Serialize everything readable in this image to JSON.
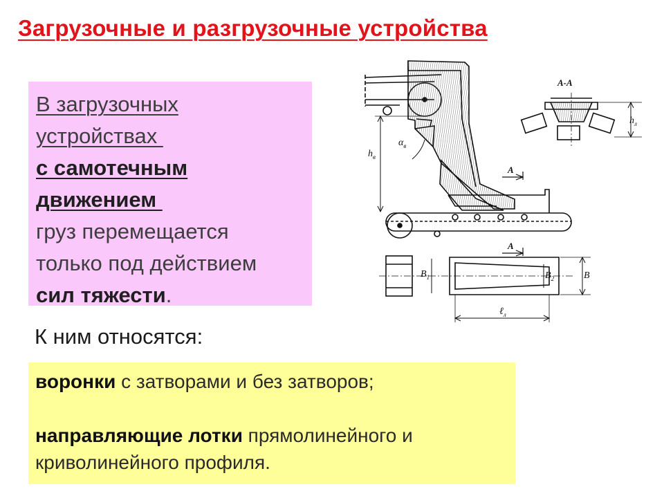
{
  "slide": {
    "title": "Загрузочные и разгрузочные устройства"
  },
  "intro": {
    "l1": "В загрузочных",
    "l2": "устройствах ",
    "l3": "с самотечным",
    "l4": "движением ",
    "l5": "груз перемещается",
    "l6": "только под действием",
    "l7_bold": "сил тяжести",
    "l7_tail": "."
  },
  "subheading": "К ним относятся:",
  "items": {
    "i1_bold": "воронки",
    "i1_rest": " с затворами и без затворов;",
    "i2_bold": "направляющие лотки",
    "i2_rest": " прямолинейного и",
    "i2_line2": "криволинейного профиля."
  },
  "drawing": {
    "section_label": "А-А",
    "arrow_label_top": "А",
    "arrow_label_bottom": "А",
    "dim_h": "h",
    "dim_h_sub": "в",
    "dim_alpha": "α",
    "dim_alpha_sub": "в",
    "dim_hl": "h",
    "dim_hl_sub": "л",
    "dim_b1": "B",
    "dim_b1_sub": "1",
    "dim_b2": "B",
    "dim_b2_sub": "2",
    "dim_b": "B",
    "dim_l": "ℓ",
    "dim_l_sub": "л",
    "colors": {
      "line": "#111111",
      "hatch": "#555555"
    }
  }
}
